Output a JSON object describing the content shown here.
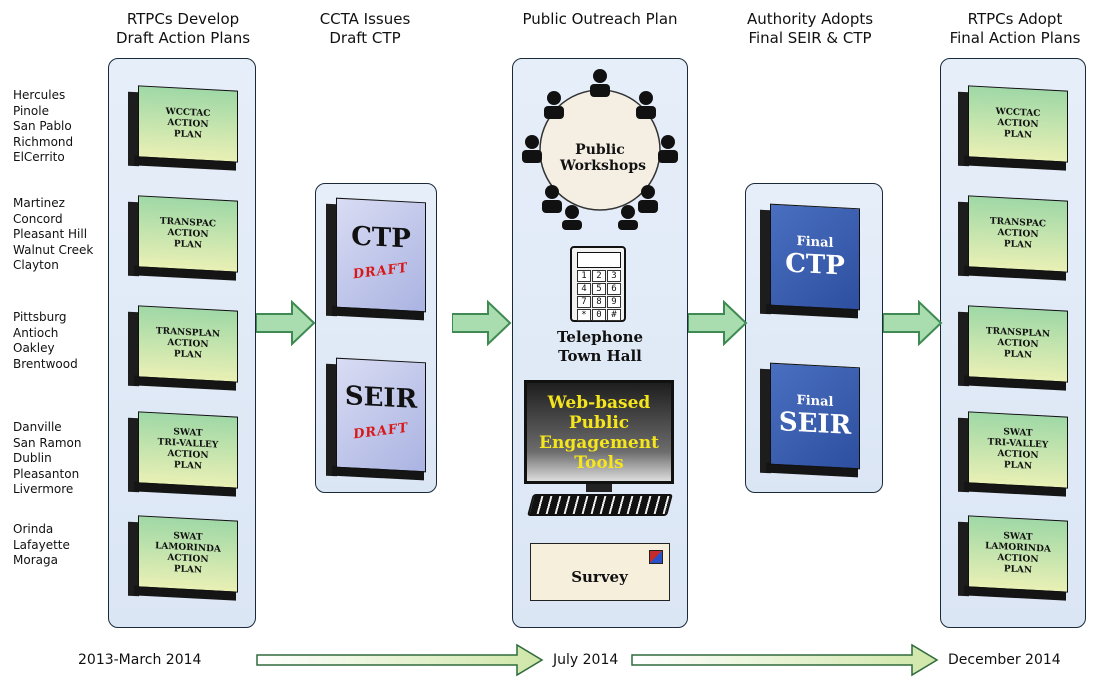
{
  "headers": [
    {
      "line1": "RTPCs Develop",
      "line2": "Draft Action Plans"
    },
    {
      "line1": "CCTA Issues",
      "line2": "Draft CTP"
    },
    {
      "line1": "Public Outreach Plan",
      "line2": ""
    },
    {
      "line1": "Authority Adopts",
      "line2": "Final SEIR & CTP"
    },
    {
      "line1": "RTPCs Adopt",
      "line2": "Final Action Plans"
    }
  ],
  "city_groups": [
    [
      "Hercules",
      "Pinole",
      "San Pablo",
      "Richmond",
      "ElCerrito"
    ],
    [
      "Martinez",
      "Concord",
      "Pleasant Hill",
      "Walnut Creek",
      "Clayton"
    ],
    [
      "Pittsburg",
      "Antioch",
      "Oakley",
      "Brentwood"
    ],
    [
      "Danville",
      "San Ramon",
      "Dublin",
      "Pleasanton",
      "Livermore"
    ],
    [
      "Orinda",
      "Lafayette",
      "Moraga"
    ]
  ],
  "action_plans": [
    [
      "WCCTAC",
      "ACTION",
      "PLAN"
    ],
    [
      "TRANSPAC",
      "ACTION",
      "PLAN"
    ],
    [
      "TRANSPLAN",
      "ACTION",
      "PLAN"
    ],
    [
      "SWAT",
      "TRI-VALLEY",
      "ACTION",
      "PLAN"
    ],
    [
      "SWAT",
      "LAMORINDA",
      "ACTION",
      "PLAN"
    ]
  ],
  "draft_books": [
    {
      "title": "CTP",
      "stamp": "DRAFT"
    },
    {
      "title": "SEIR",
      "stamp": "DRAFT"
    }
  ],
  "final_books": [
    {
      "top": "Final",
      "title": "CTP"
    },
    {
      "top": "Final",
      "title": "SEIR"
    }
  ],
  "outreach": {
    "workshops": "Public Workshops",
    "keypad": [
      "1",
      "2",
      "3",
      "4",
      "5",
      "6",
      "7",
      "8",
      "9",
      "*",
      "0",
      "#"
    ],
    "town_hall_line1": "Telephone",
    "town_hall_line2": "Town Hall",
    "web_line1": "Web-based",
    "web_line2": "Public",
    "web_line3": "Engagement",
    "web_line4": "Tools",
    "survey": "Survey"
  },
  "timeline": {
    "start": "2013-March 2014",
    "mid": "July 2014",
    "end": "December 2014"
  },
  "colors": {
    "arrow_fill": "#a9dcae",
    "arrow_stroke": "#3e8a52",
    "panel_bg": "#dfe8f6",
    "web_text": "#f5e51c",
    "timeline_arrow": "#e6f0c0"
  }
}
